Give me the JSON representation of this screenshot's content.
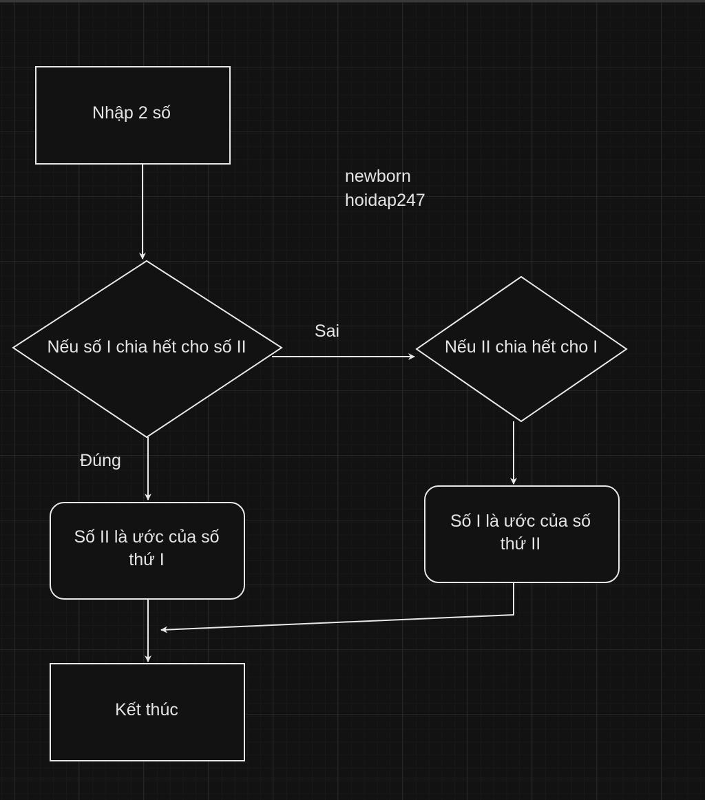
{
  "nodes": {
    "start": {
      "label": "Nhập 2 số"
    },
    "decision1": {
      "label": "Nếu số I chia hết cho số II"
    },
    "decision2": {
      "label": "Nếu II chia hết cho I"
    },
    "result_left": {
      "line1": "Số II là ước của số",
      "line2": "thứ I"
    },
    "result_right": {
      "line1": "Số I là ước của số",
      "line2": "thứ II"
    },
    "end": {
      "label": "Kết thúc"
    }
  },
  "edges": {
    "false_label": "Sai",
    "true_label": "Đúng"
  },
  "watermark": {
    "line1": "newborn",
    "line2": "hoidap247"
  },
  "colors": {
    "background": "#121212",
    "stroke": "#e8e8e8",
    "grid_minor": "#1e1e1e",
    "grid_major": "#2a2a2a"
  }
}
